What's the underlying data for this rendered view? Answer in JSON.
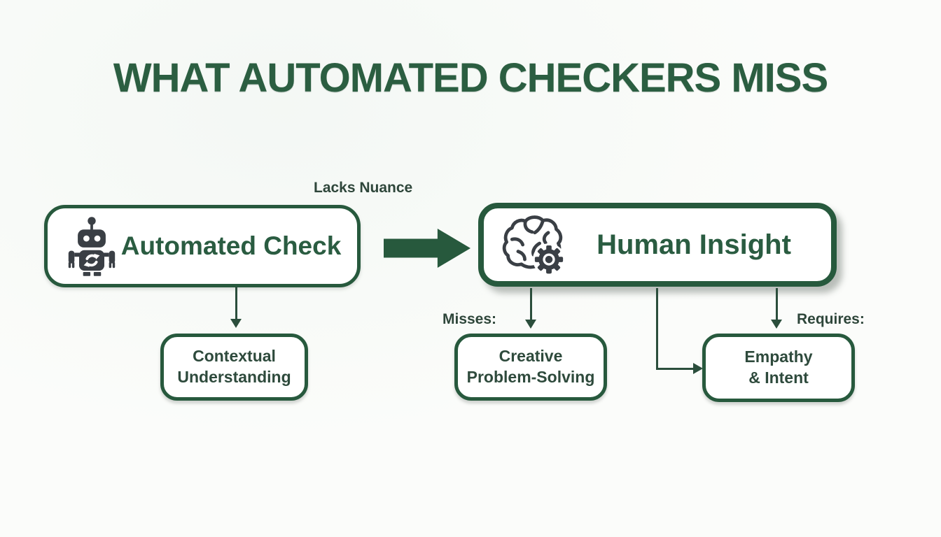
{
  "title": "WHAT AUTOMATED CHECKERS MISS",
  "labels": {
    "lacks_nuance": "Lacks Nuance",
    "misses": "Misses:",
    "requires": "Requires:"
  },
  "nodes": {
    "automated_check": {
      "label": "Automated Check",
      "icon": "robot-icon"
    },
    "human_insight": {
      "label": "Human Insight",
      "icon": "brain-gear-icon"
    },
    "contextual": {
      "line1": "Contextual",
      "line2": "Understanding"
    },
    "creative": {
      "line1": "Creative",
      "line2": "Problem-Solving"
    },
    "empathy": {
      "line1": "Empathy",
      "line2": "& Intent"
    }
  },
  "colors": {
    "green": "#27593D",
    "title_green": "#2B5E41",
    "label_dark": "#2E463A",
    "icon_charcoal": "#3A3F45",
    "background": "#FBFCFA"
  }
}
